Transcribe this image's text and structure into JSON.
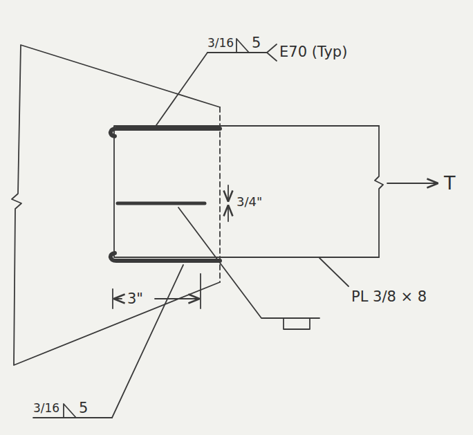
{
  "diagram": {
    "labels": [
      "3/16",
      "5",
      "E70 (Typ)",
      "3/4\"",
      "3\"",
      "PL 3/8 × 8",
      "3/16",
      "5",
      "T"
    ]
  }
}
